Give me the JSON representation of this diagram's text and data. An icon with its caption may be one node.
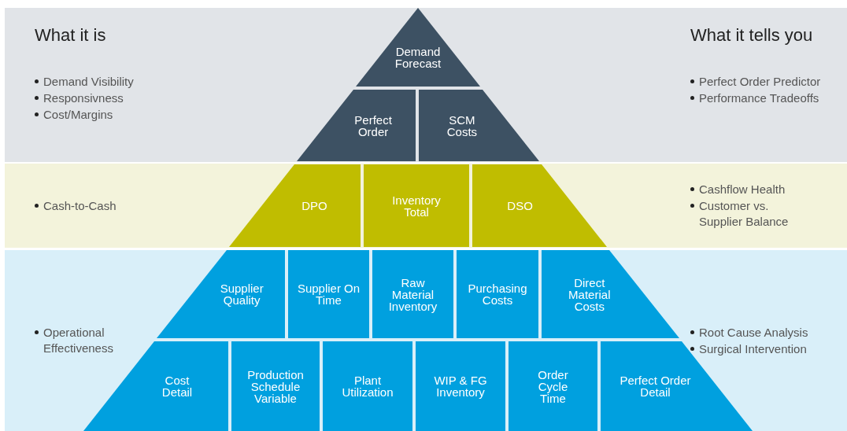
{
  "diagram": {
    "nodes": [
      {
        "text": [
          "What it is",
          "Demand Visibility",
          "Responsivness",
          "Cost/Margins",
          "What it tells you",
          "Perfect Order Predictor",
          "Performance Tradeoffs"
        ]
      },
      {
        "text": [
          "Demand Forecast"
        ],
        "in": 0
      },
      {
        "text": [
          "Perfect Order"
        ],
        "in": 0
      },
      {
        "text": [
          "SCM Costs"
        ],
        "in": 0
      },
      {
        "text": [
          "Cash-to-Cash",
          "Cashflow Health",
          "Customer vs. Supplier Balance"
        ]
      },
      {
        "text": [
          "DPO"
        ],
        "in": 4
      },
      {
        "text": [
          "Inventory Total"
        ],
        "in": 4
      },
      {
        "text": [
          "DSO"
        ],
        "in": 4
      },
      {
        "text": [
          "Operational Effectiveness",
          "Root Cause Analysis",
          "Surgical Intervention"
        ]
      },
      {
        "text": [
          "Supplier Quality"
        ],
        "in": 8
      },
      {
        "text": [
          "Supplier On Time"
        ],
        "in": 8
      },
      {
        "text": [
          "Raw Material Inventory"
        ],
        "in": 8
      },
      {
        "text": [
          "Purchasing Costs"
        ],
        "in": 8
      },
      {
        "text": [
          "Direct Material Costs"
        ],
        "in": 8
      },
      {
        "text": [
          "Cost Detail"
        ],
        "in": 8
      },
      {
        "text": [
          "Production Schedule Variable"
        ],
        "in": 8
      },
      {
        "text": [
          "Plant Utilization"
        ],
        "in": 8
      },
      {
        "text": [
          "WIP & FG Inventory"
        ],
        "in": 8
      },
      {
        "text": [
          "Order Cycle Time"
        ],
        "in": 8
      },
      {
        "text": [
          "Perfect Order Detail"
        ],
        "in": 8
      }
    ]
  }
}
